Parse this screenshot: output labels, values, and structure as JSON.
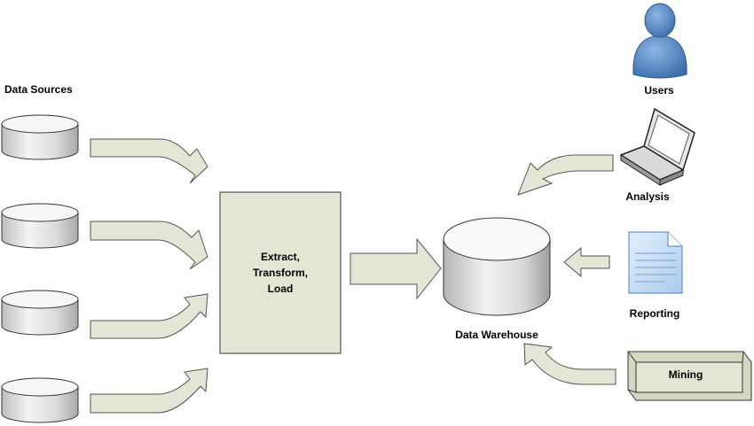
{
  "data_sources": {
    "title": "Data Sources",
    "count": 4
  },
  "etl": {
    "lines": [
      "Extract,",
      "Transform,",
      "Load"
    ]
  },
  "warehouse": {
    "label": "Data Warehouse"
  },
  "users": {
    "label": "Users"
  },
  "analysis": {
    "label": "Analysis"
  },
  "reporting": {
    "label": "Reporting"
  },
  "mining": {
    "label": "Mining"
  },
  "colors": {
    "box_fill": "#e4e6d5",
    "arrow_fill": "#e4e6d5",
    "user_blue": "#4a7ebb",
    "document_blue": "#bcd7f2",
    "outline": "#333333"
  }
}
